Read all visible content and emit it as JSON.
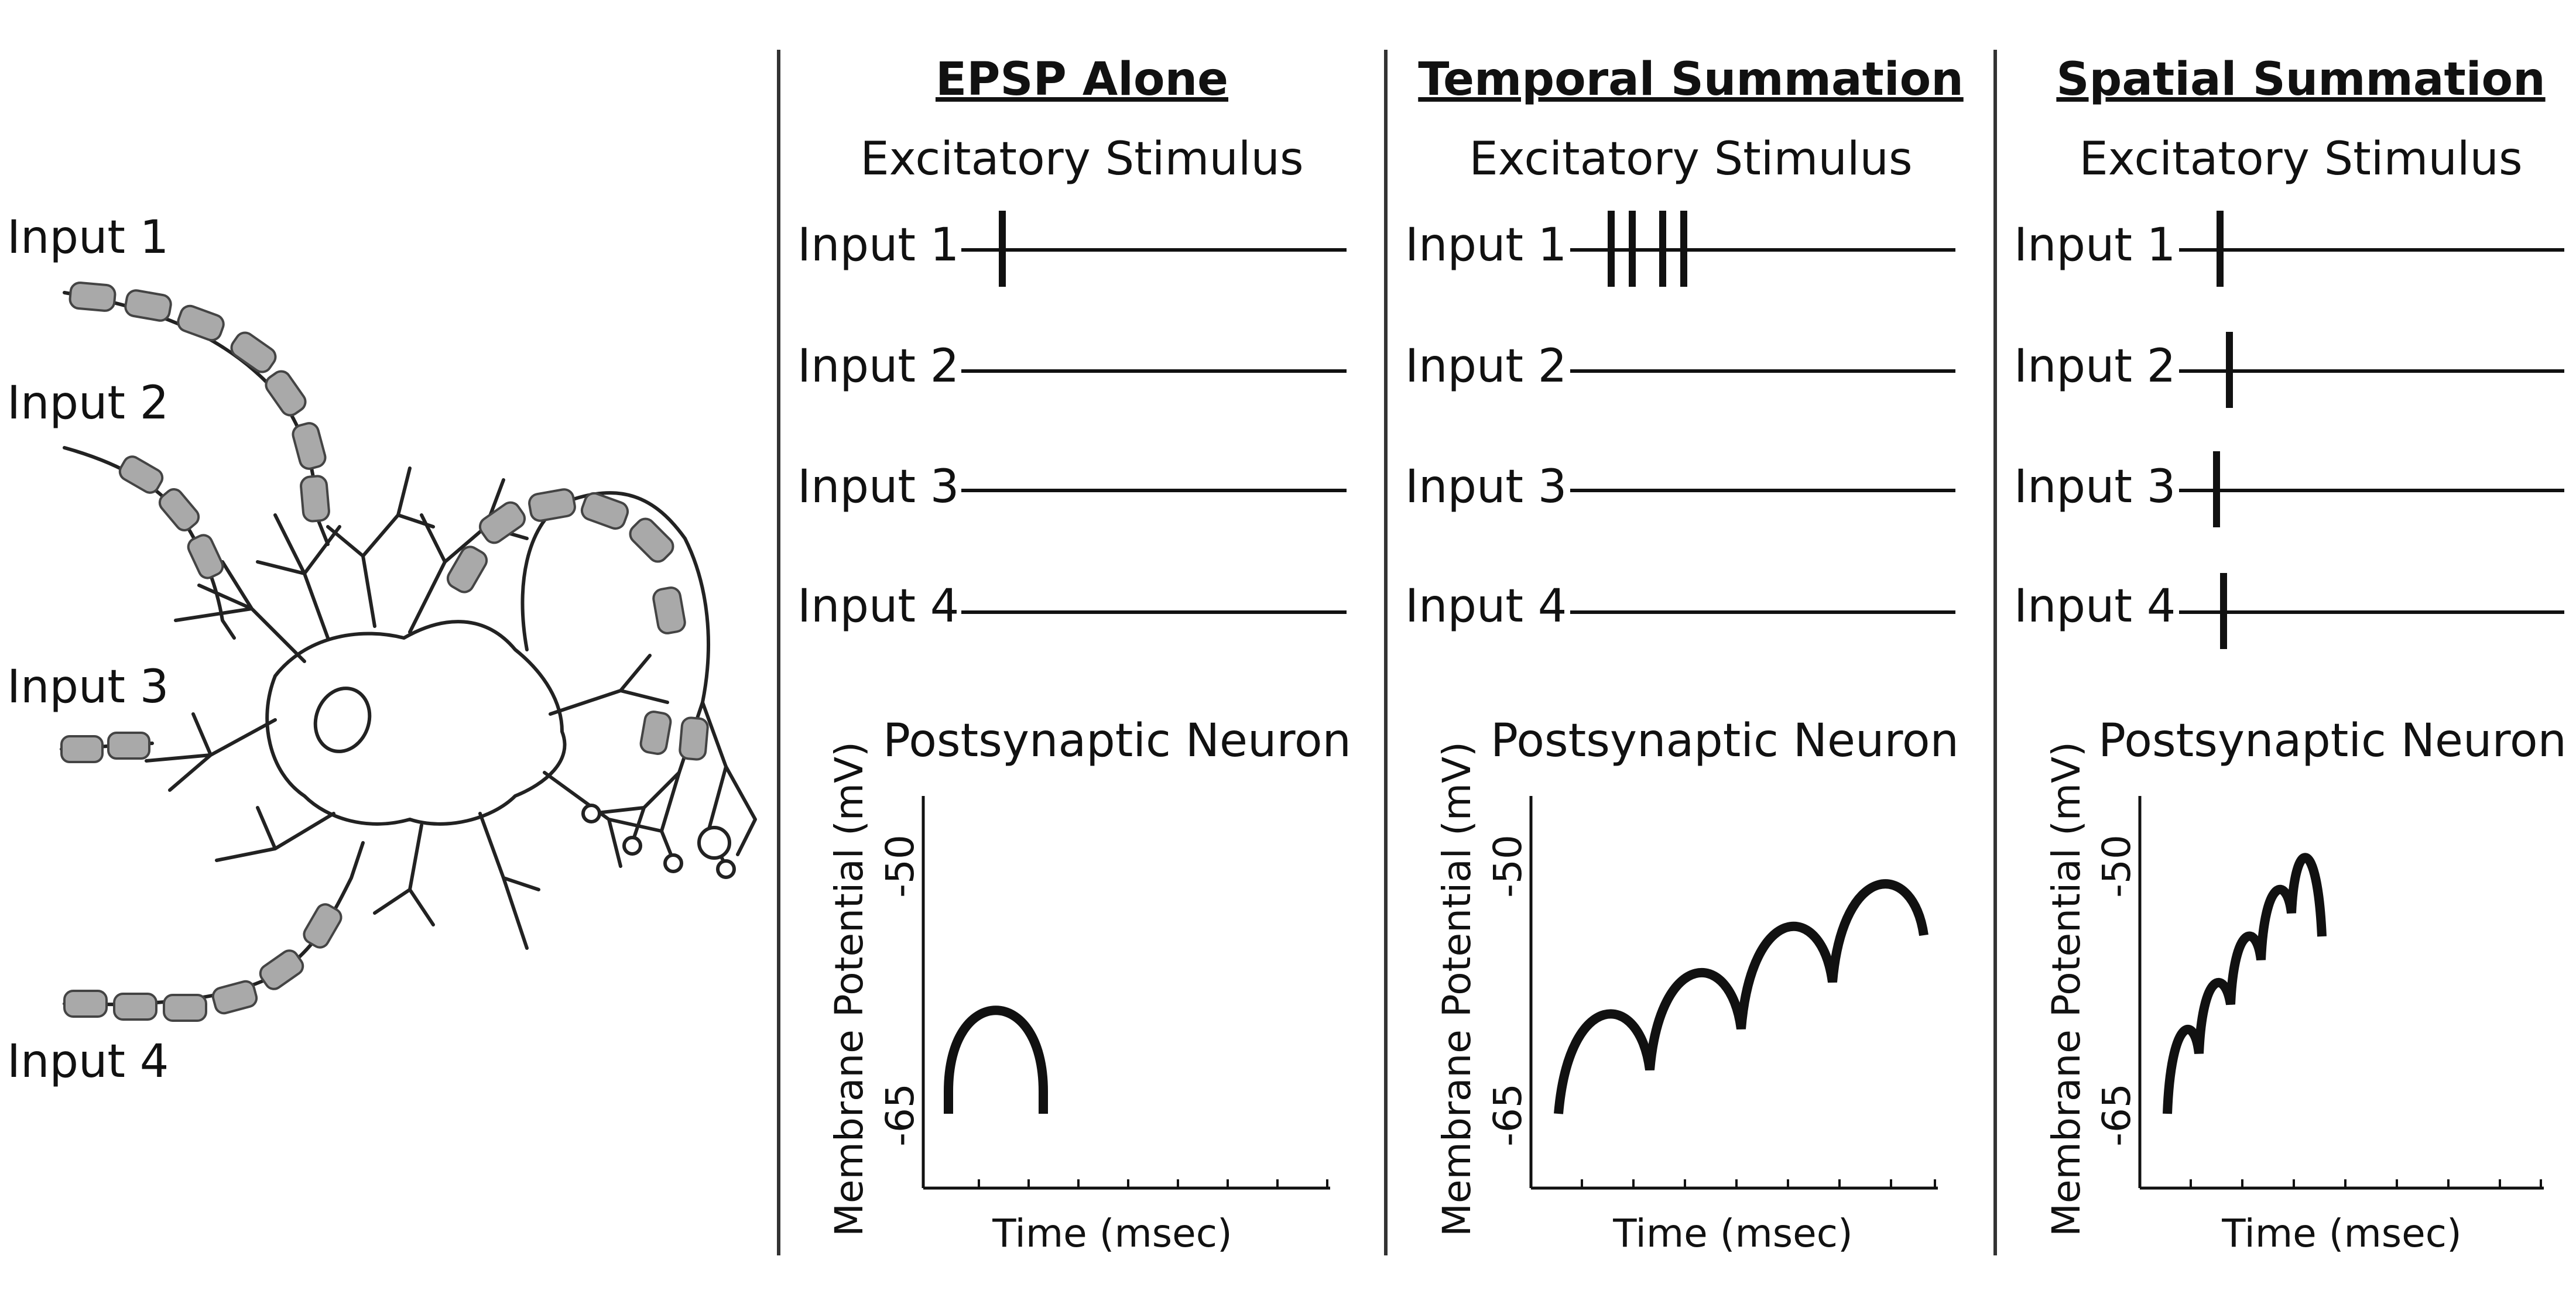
{
  "neuron_labels": [
    "Input 1",
    "Input 2",
    "Input 3",
    "Input 4"
  ],
  "panels": [
    {
      "title": "EPSP Alone",
      "stimulus_label": "Excitatory Stimulus",
      "inputs": [
        "Input 1",
        "Input 2",
        "Input 3",
        "Input 4"
      ],
      "graph_title": "Postsynaptic Neuron",
      "y_axis_label": "Membrane Potential (mV)",
      "y_ticks": [
        "-50",
        "-65"
      ],
      "x_axis_label": "Time (msec)"
    },
    {
      "title": "Temporal Summation",
      "stimulus_label": "Excitatory Stimulus",
      "inputs": [
        "Input 1",
        "Input 2",
        "Input 3",
        "Input 4"
      ],
      "graph_title": "Postsynaptic Neuron",
      "y_axis_label": "Membrane Potential (mV)",
      "y_ticks": [
        "-50",
        "-65"
      ],
      "x_axis_label": "Time (msec)"
    },
    {
      "title": "Spatial Summation",
      "stimulus_label": "Excitatory Stimulus",
      "inputs": [
        "Input 1",
        "Input 2",
        "Input 3",
        "Input 4"
      ],
      "graph_title": "Postsynaptic Neuron",
      "y_axis_label": "Membrane Potential (mV)",
      "y_ticks": [
        "-50",
        "-65"
      ],
      "x_axis_label": "Time (msec)"
    }
  ],
  "colors": {
    "ink": "#111111",
    "myelin": "#a9a9a9",
    "divider": "#333333"
  }
}
